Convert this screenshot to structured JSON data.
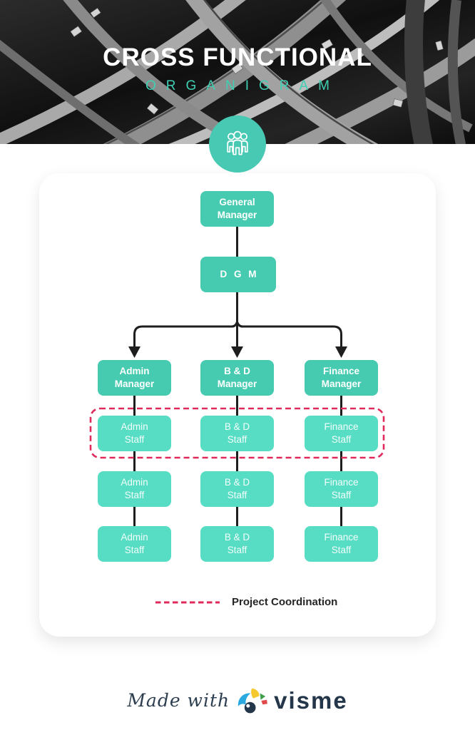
{
  "header": {
    "title": "CROSS FUNCTIONAL",
    "subtitle": "ORGANIGRAM"
  },
  "badge": {
    "icon": "people-group-icon"
  },
  "org": {
    "root": {
      "label": "General\nManager"
    },
    "dgm": {
      "label": "D G M"
    },
    "columns": [
      {
        "manager": "Admin\nManager",
        "staff": [
          "Admin\nStaff",
          "Admin\nStaff",
          "Admin\nStaff"
        ]
      },
      {
        "manager": "B & D\nManager",
        "staff": [
          "B & D\nStaff",
          "B & D\nStaff",
          "B & D\nStaff"
        ]
      },
      {
        "manager": "Finance\nManager",
        "staff": [
          "Finance\nStaff",
          "Finance\nStaff",
          "Finance\nStaff"
        ]
      }
    ],
    "legend": {
      "label": "Project Coordination",
      "style": "dashed-red-line"
    }
  },
  "colors": {
    "manager_box": "#46cbb1",
    "staff_box": "#57ddc4",
    "badge_circle": "#47c9b3",
    "subtitle_teal": "#3fd0b3",
    "coordination_red": "#e02a5c",
    "connector_black": "#1e1e1e",
    "brand_navy": "#24364a"
  },
  "footer": {
    "made_with": "Made with",
    "brand": "visme",
    "logo": "visme-bird-icon"
  }
}
